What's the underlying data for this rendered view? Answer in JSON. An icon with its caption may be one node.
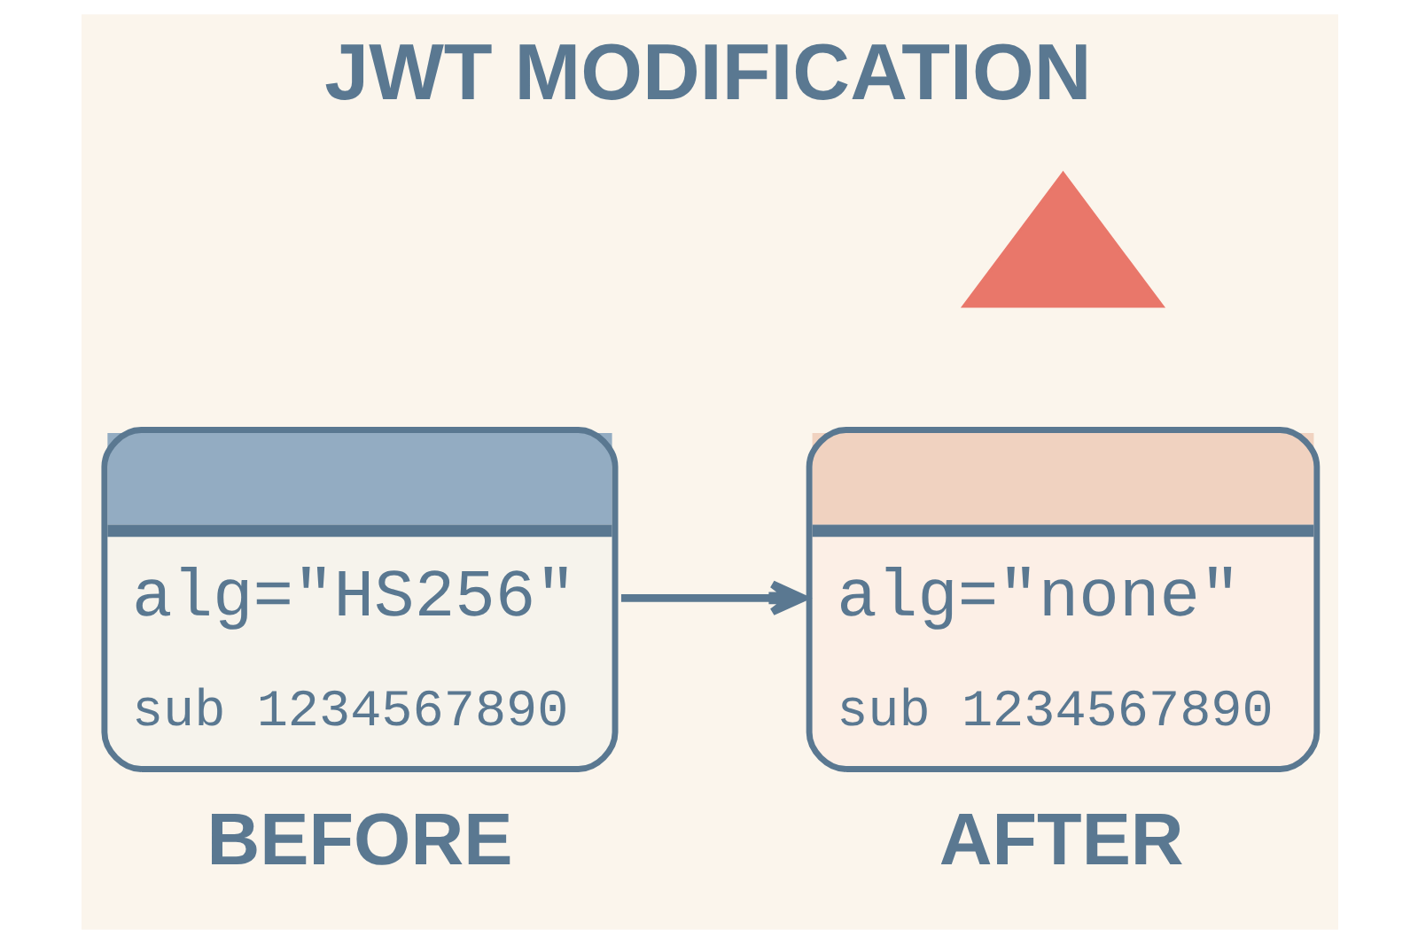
{
  "diagram": {
    "title": "JWT MODIFICATION",
    "nodes": [
      {
        "text": [
          "alg=\"HS256\"",
          "sub 1234567890"
        ],
        "beside": [
          "BEFORE"
        ]
      },
      {
        "text": [
          "alg=\"none\"",
          "sub 1234567890"
        ],
        "beside": [
          "AFTER"
        ]
      },
      {
        "text": [],
        "shape": "triangle"
      }
    ],
    "edges": [
      {
        "from": 0,
        "to": 1,
        "arrow": "to"
      }
    ]
  }
}
